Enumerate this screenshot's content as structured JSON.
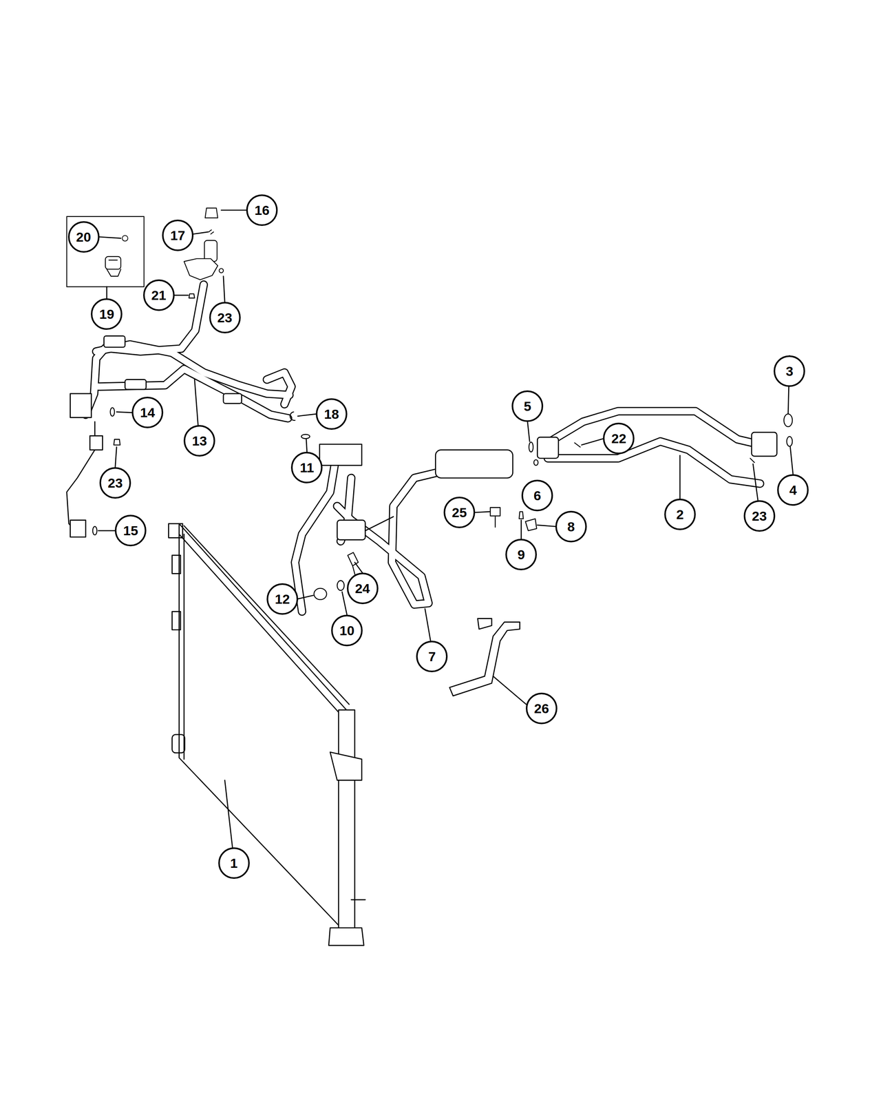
{
  "diagram": {
    "nodes": [
      {
        "text": [
          "16"
        ]
      },
      {
        "text": [
          "17"
        ]
      },
      {
        "text": [
          "20"
        ]
      },
      {
        "text": [
          "21"
        ]
      },
      {
        "text": [
          "19"
        ]
      },
      {
        "text": [
          "23"
        ]
      },
      {
        "text": [
          "3"
        ]
      },
      {
        "text": [
          "5"
        ]
      },
      {
        "text": [
          "14"
        ]
      },
      {
        "text": [
          "18"
        ]
      },
      {
        "text": [
          "22"
        ]
      },
      {
        "text": [
          "13"
        ]
      },
      {
        "text": [
          "11"
        ]
      },
      {
        "text": [
          "23"
        ]
      },
      {
        "text": [
          "4"
        ]
      },
      {
        "text": [
          "6"
        ]
      },
      {
        "text": [
          "25"
        ]
      },
      {
        "text": [
          "2"
        ]
      },
      {
        "text": [
          "23"
        ]
      },
      {
        "text": [
          "8"
        ]
      },
      {
        "text": [
          "15"
        ]
      },
      {
        "text": [
          "9"
        ]
      },
      {
        "text": [
          "24"
        ]
      },
      {
        "text": [
          "12"
        ]
      },
      {
        "text": [
          "10"
        ]
      },
      {
        "text": [
          "7"
        ]
      },
      {
        "text": [
          "26"
        ]
      },
      {
        "text": [
          "1"
        ]
      }
    ]
  }
}
